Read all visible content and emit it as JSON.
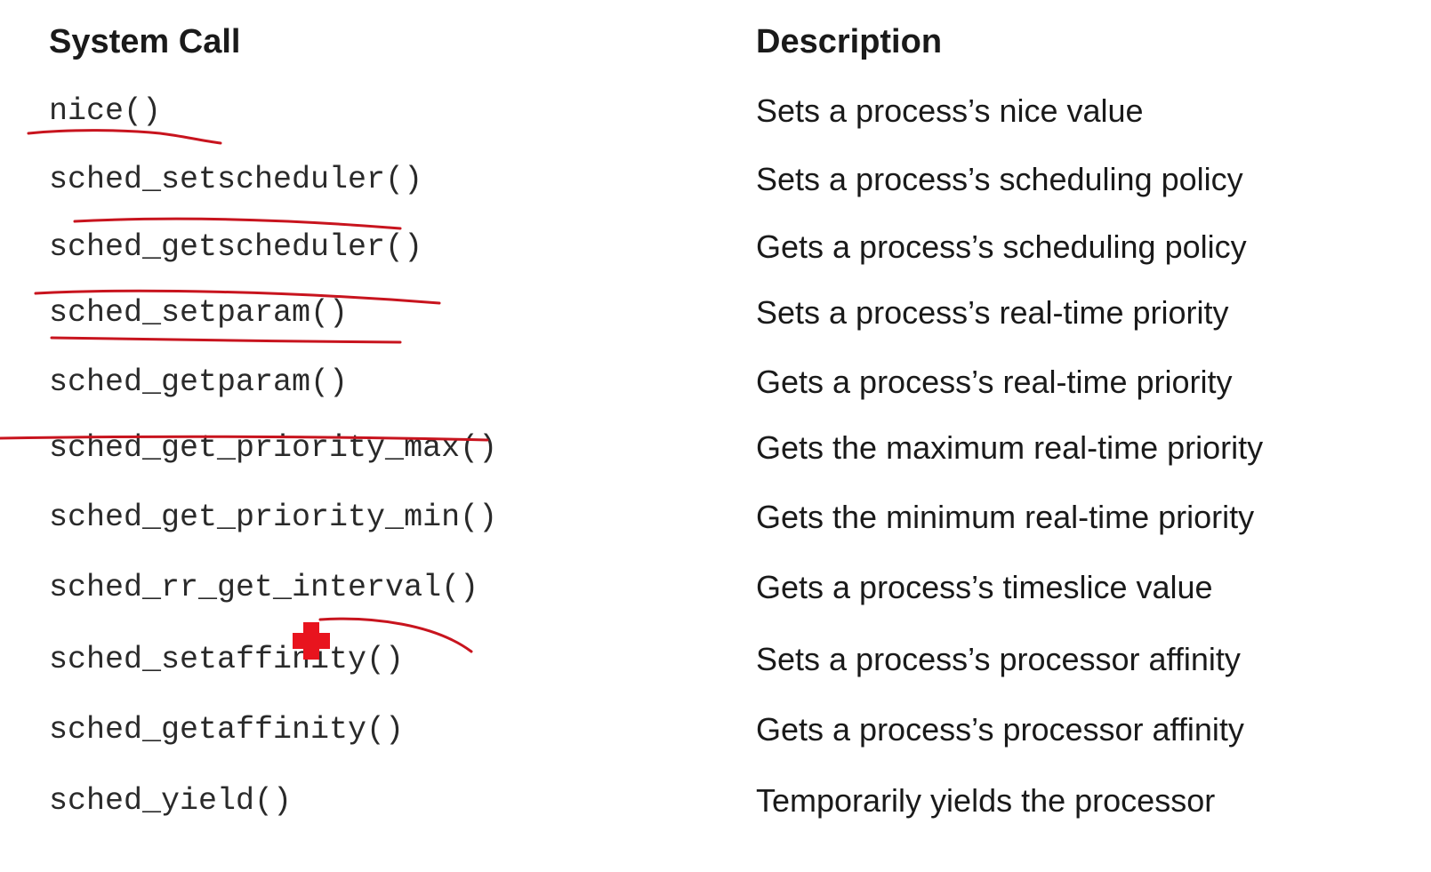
{
  "table": {
    "headers": {
      "call": "System Call",
      "description": "Description"
    },
    "rows": [
      {
        "call": "nice()",
        "description": "Sets a process’s nice value"
      },
      {
        "call": "sched_setscheduler()",
        "description": "Sets a process’s scheduling policy"
      },
      {
        "call": "sched_getscheduler()",
        "description": "Gets a process’s scheduling policy"
      },
      {
        "call": "sched_setparam()",
        "description": "Sets a process’s real-time priority"
      },
      {
        "call": "sched_getparam()",
        "description": "Gets a process’s real-time priority"
      },
      {
        "call": "sched_get_priority_max()",
        "description": "Gets the maximum real-time priority"
      },
      {
        "call": "sched_get_priority_min()",
        "description": "Gets the minimum real-time priority"
      },
      {
        "call": "sched_rr_get_interval()",
        "description": "Gets a process’s timeslice value"
      },
      {
        "call": "sched_setaffinity()",
        "description": "Sets a process’s processor affinity"
      },
      {
        "call": "sched_getaffinity()",
        "description": "Gets a process’s processor affinity"
      },
      {
        "call": "sched_yield()",
        "description": "Temporarily yields the processor"
      }
    ]
  },
  "annotations": {
    "ink_color": "#c8141e",
    "cursor_color": "#e8141e"
  }
}
